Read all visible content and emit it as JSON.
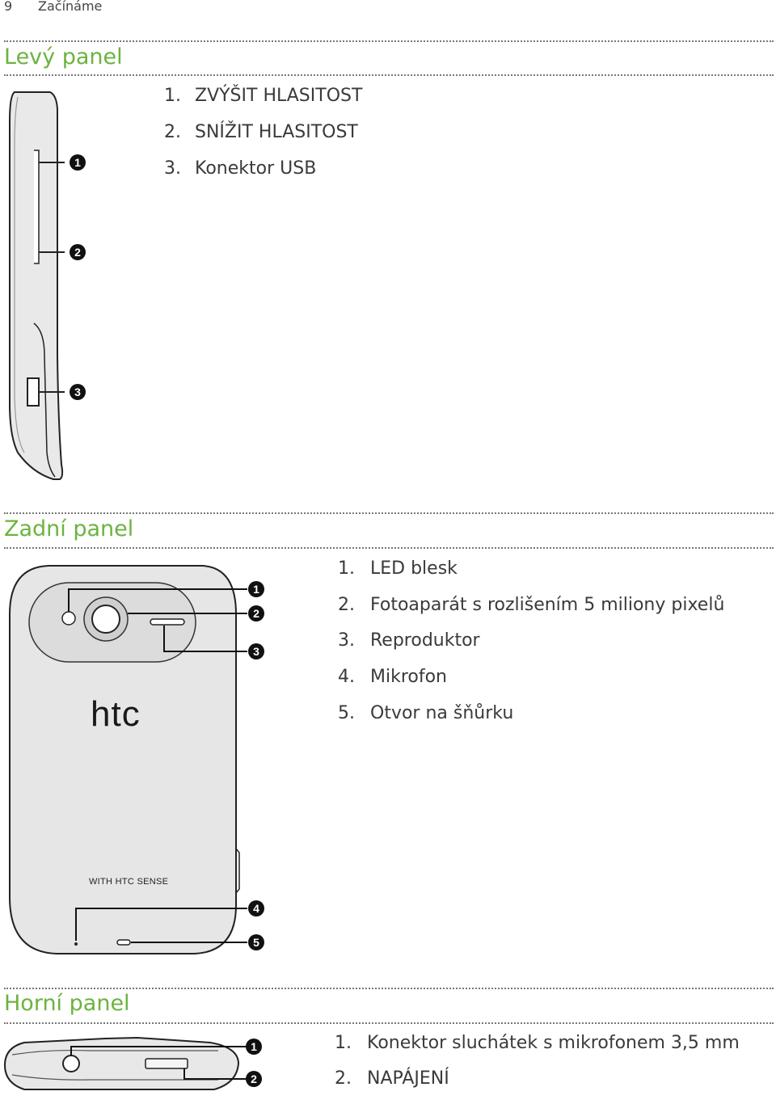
{
  "header": {
    "page_number": "9",
    "chapter": "Začínáme"
  },
  "sections": {
    "left": {
      "title": "Levý panel",
      "items": [
        {
          "num": "1.",
          "text": "ZVÝŠIT HLASITOST"
        },
        {
          "num": "2.",
          "text": "SNÍŽIT HLASITOST"
        },
        {
          "num": "3.",
          "text": "Konektor USB"
        }
      ]
    },
    "back": {
      "title": "Zadní panel",
      "items": [
        {
          "num": "1.",
          "text": "LED blesk"
        },
        {
          "num": "2.",
          "text": "Fotoaparát s rozlišením 5 miliony pixelů"
        },
        {
          "num": "3.",
          "text": "Reproduktor"
        },
        {
          "num": "4.",
          "text": "Mikrofon"
        },
        {
          "num": "5.",
          "text": "Otvor na šňůrku"
        }
      ]
    },
    "top": {
      "title": "Horní panel",
      "items": [
        {
          "num": "1.",
          "text": "Konektor sluchátek s mikrofonem 3,5 mm"
        },
        {
          "num": "2.",
          "text": "NAPÁJENÍ"
        }
      ]
    }
  },
  "figures": {
    "left_callouts": [
      "1",
      "2",
      "3"
    ],
    "back_callouts": [
      "1",
      "2",
      "3",
      "4",
      "5"
    ],
    "top_callouts": [
      "1",
      "2"
    ],
    "back_logo": "htc",
    "back_tagline": "WITH HTC SENSE"
  },
  "colors": {
    "accent": "#6cb33f",
    "text": "#333333",
    "rule": "#777777"
  }
}
